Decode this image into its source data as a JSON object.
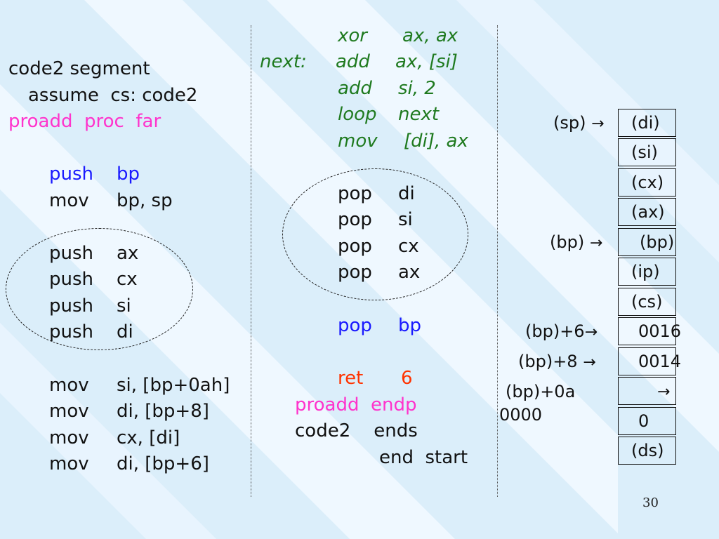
{
  "colors": {
    "text": "#111111",
    "keyword_magenta": "#ff33cc",
    "keyword_blue": "#1a1aff",
    "code_green": "#1f7a1f",
    "number_red": "#ff3300",
    "background": "#dbeefa"
  },
  "left_column": {
    "header": [
      "code2 segment",
      "assume  cs: code2"
    ],
    "proc_line": "proadd  proc  far",
    "push_bp": [
      "push",
      "bp"
    ],
    "mov_bp": [
      "mov",
      "bp, sp"
    ],
    "pushes": [
      [
        "push",
        "ax"
      ],
      [
        "push",
        "cx"
      ],
      [
        "push",
        "si"
      ],
      [
        "push",
        "di"
      ]
    ],
    "movs": [
      [
        "mov",
        "si, [bp+0ah]"
      ],
      [
        "mov",
        "di, [bp+8]"
      ],
      [
        "mov",
        "cx, [di]"
      ],
      [
        "mov",
        "di, [bp+6]"
      ]
    ]
  },
  "middle_column": {
    "loop_block": [
      {
        "label": "",
        "op": "xor",
        "arg": "ax, ax"
      },
      {
        "label": "next:",
        "op": "add",
        "arg": "ax, [si]"
      },
      {
        "label": "",
        "op": "add",
        "arg": "si, 2"
      },
      {
        "label": "",
        "op": "loop",
        "arg": "next"
      },
      {
        "label": "",
        "op": "mov",
        "arg": "[di], ax"
      }
    ],
    "pops": [
      [
        "pop",
        "di"
      ],
      [
        "pop",
        "si"
      ],
      [
        "pop",
        "cx"
      ],
      [
        "pop",
        "ax"
      ]
    ],
    "pop_bp": [
      "pop",
      "bp"
    ],
    "ret": [
      "ret",
      "6"
    ],
    "endp": "proadd  endp",
    "ends": "code2    ends",
    "end": "end  start"
  },
  "stack": {
    "cells": [
      "(di)",
      "(si)",
      "(cx)",
      "(ax)",
      "(bp)",
      "(ip)",
      "(cs)",
      "0016",
      "0014",
      "",
      "0",
      "(ds)"
    ],
    "labels": {
      "sp": "(sp)",
      "bp": "(bp)",
      "bp6": "(bp)+6",
      "bp8": "(bp)+8",
      "bp0a": "(bp)+0a",
      "bp0a_value": "0000"
    },
    "arrow": "→"
  },
  "page_number": "30"
}
